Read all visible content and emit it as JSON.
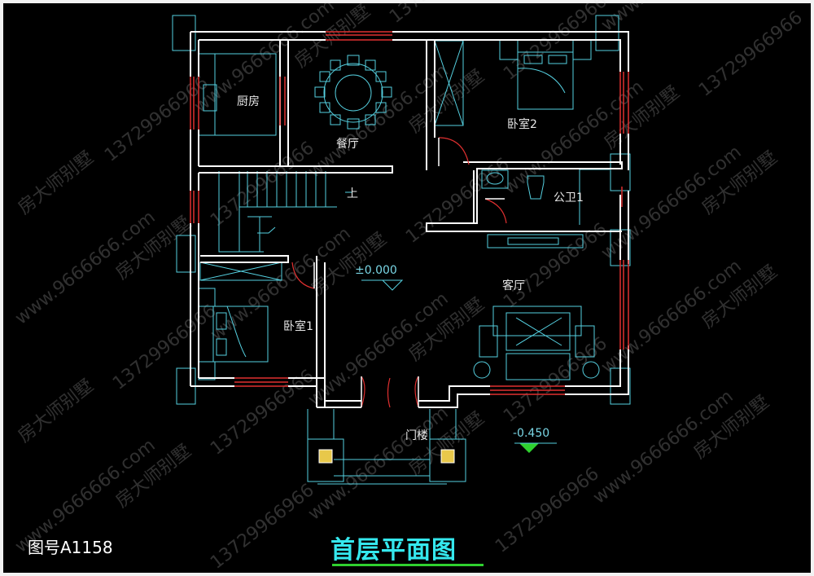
{
  "rooms": {
    "kitchen": "厨房",
    "dining": "餐厅",
    "bedroom2": "卧室2",
    "bathroom": "公卫1",
    "living": "客厅",
    "bedroom1": "卧室1",
    "porch": "门楼",
    "stair_up": "上"
  },
  "levels": {
    "main": "±0.000",
    "porch": "-0.450"
  },
  "drawing_number": "图号A1158",
  "title": "首层平面图",
  "watermarks": [
    "房大师别墅",
    "13729966966",
    "www.9666666.com"
  ],
  "colors": {
    "background": "#000000",
    "walls": "#ffffff",
    "windows": "#e03030",
    "cad_lines": "#55d0e0",
    "title": "#35e8ee",
    "level_marker": "#2fd12f"
  }
}
